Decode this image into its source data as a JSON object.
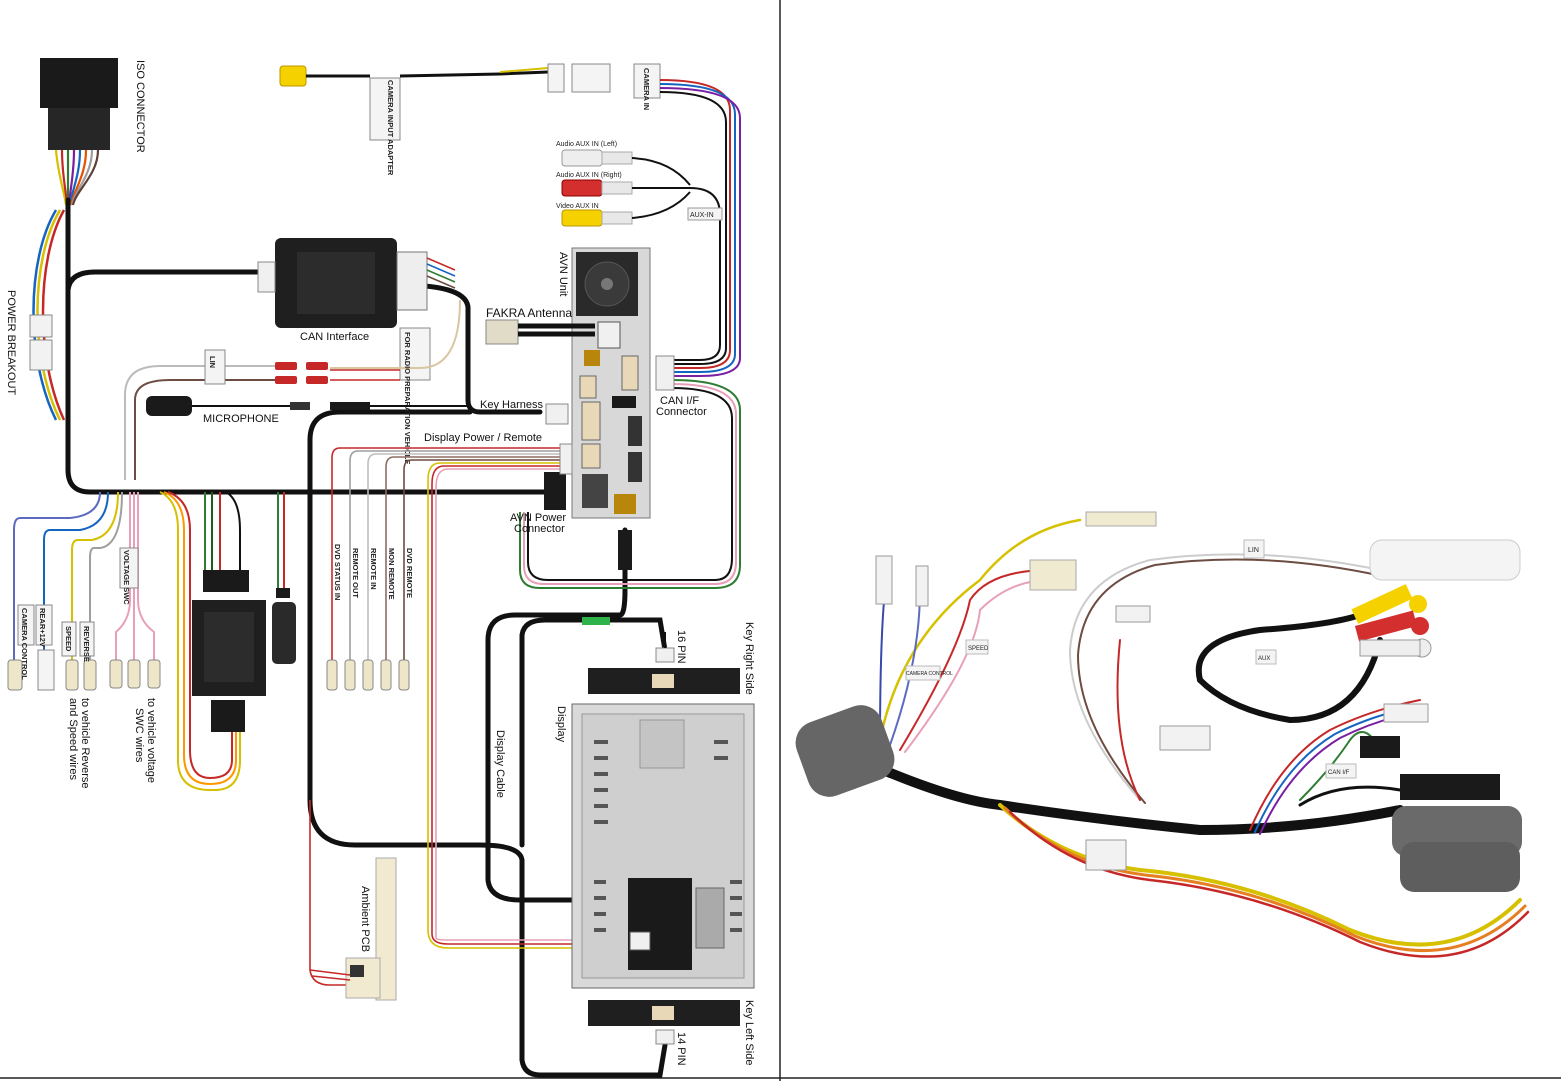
{
  "diagram": {
    "labels": {
      "iso_connector": "ISO CONNECTOR",
      "camera_input_adapter": "CAMERA INPUT ADAPTER",
      "camera_in": "CAMERA IN",
      "audio_aux_left": "Audio AUX IN (Left)",
      "audio_aux_right": "Audio AUX IN (Right)",
      "video_aux": "Video AUX IN",
      "aux_in": "AUX-IN",
      "power_breakout": "POWER BREAKOUT",
      "can_interface": "CAN Interface",
      "avn_unit": "AVN Unit",
      "fakra_antenna": "FAKRA  Antenna",
      "for_radio_prep": "FOR RADIO PREPARATION VEHICLE",
      "lin": "LIN",
      "microphone": "MICROPHONE",
      "key_harness": "Key Harness",
      "can_if_connector_1": "CAN I/F",
      "can_if_connector_2": "Connector",
      "display_power_remote": "Display Power / Remote",
      "avn_power_connector_1": "AVN Power",
      "avn_power_connector_2": "Connector",
      "camera_control": "CAMERA CONTROL",
      "rear_12v": "REAR+12V",
      "speed": "SPEED",
      "reverse": "REVERSE",
      "voltage_swc": "VOLTAGE SWC",
      "to_vehicle_reverse_1": "to vehicle Reverse",
      "to_vehicle_reverse_2": "and Speed wires",
      "to_vehicle_voltage_1": "to vehicle voltage",
      "to_vehicle_voltage_2": "SWC wires",
      "dvd_status_in": "DVD STATUS  IN",
      "remote_out": "REMOTE OUT",
      "remote_in": "REMOTE IN",
      "mon_remote": "MON REMOTE",
      "dvd_remote": "DVD REMOTE",
      "key_right_side": "Key Right Side",
      "pin_16": "16 PIN",
      "display": "Display",
      "display_cable": "Display Cable",
      "ambient_pcb": "Ambient PCB",
      "key_left_side": "Key Left Side",
      "pin_14": "14 PIN"
    }
  },
  "photo": {
    "tags": {
      "camera_control": "CAMERA CONTROL",
      "speed": "SPEED",
      "lin": "LIN",
      "aux_in": "AUX",
      "can_if": "CAN I/F"
    }
  }
}
